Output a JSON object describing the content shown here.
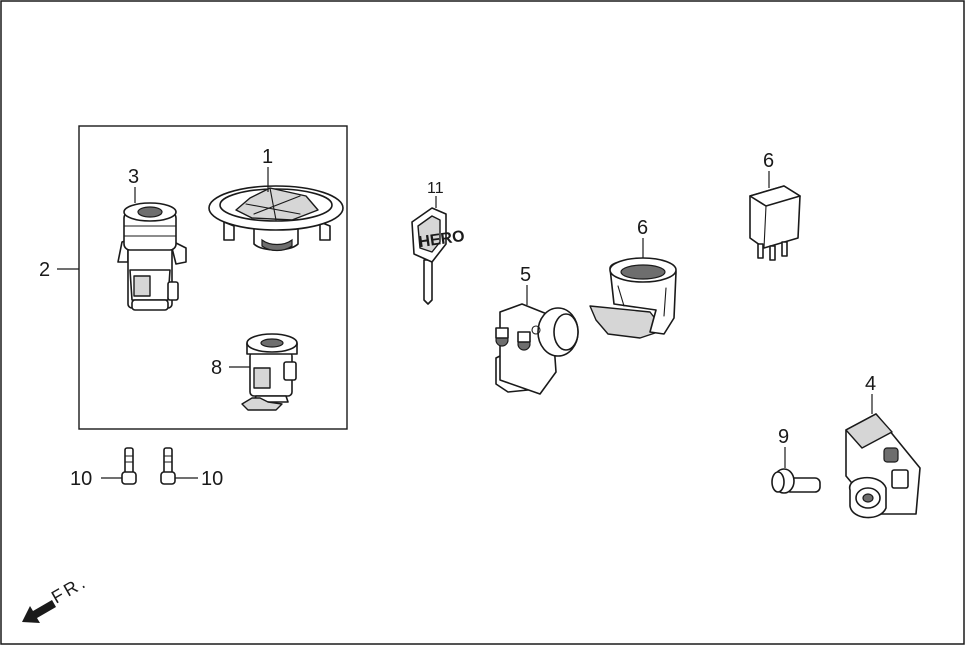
{
  "callouts": {
    "p1": "1",
    "p2": "2",
    "p3": "3",
    "p4": "4",
    "p5": "5",
    "p6a": "6",
    "p6b": "6",
    "p8": "8",
    "p9": "9",
    "p10a": "10",
    "p10b": "10",
    "p11": "11"
  },
  "key_logo": "HERO",
  "direction_label": "FR.",
  "colors": {
    "line": "#1a1a1a",
    "fill": "#ffffff",
    "shade": "#d6d6d6"
  }
}
